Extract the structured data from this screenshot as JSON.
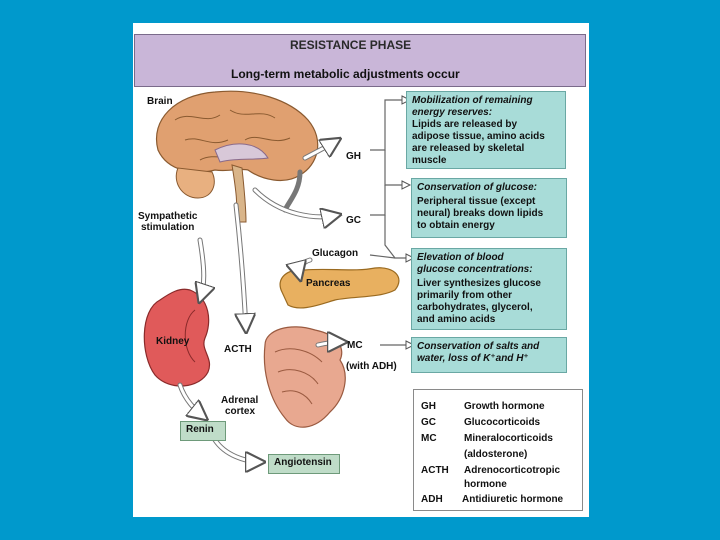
{
  "header": {
    "title": "RESISTANCE PHASE",
    "subtitle": "Long-term metabolic adjustments occur"
  },
  "labels": {
    "brain": "Brain",
    "sympathetic": [
      "Sympathetic",
      "stimulation"
    ],
    "gh": "GH",
    "gc": "GC",
    "glucagon": "Glucagon",
    "pancreas": "Pancreas",
    "kidney": "Kidney",
    "acth": "ACTH",
    "mc": "MC",
    "with_adh": "(with ADH)",
    "adrenal": [
      "Adrenal",
      "cortex"
    ]
  },
  "boxes": {
    "mobilization": {
      "heading": [
        "Mobilization of remaining",
        "energy reserves:"
      ],
      "body": [
        "Lipids are released by",
        "adipose tissue, amino acids",
        "are released by skeletal",
        "muscle"
      ]
    },
    "conservation_glucose": {
      "heading": [
        "Conservation of glucose:"
      ],
      "body": [
        "Peripheral tissue (except",
        "neural) breaks down lipids",
        "to obtain energy"
      ]
    },
    "elevation": {
      "heading": [
        "Elevation of blood",
        "glucose concentrations:"
      ],
      "body": [
        "Liver synthesizes glucose",
        "primarily from other",
        "carbohydrates, glycerol,",
        "and amino acids"
      ]
    },
    "conservation_salts": {
      "heading": [
        "Conservation of salts and",
        "water, loss of K⁺and H⁺"
      ],
      "body": []
    }
  },
  "flow": {
    "renin": "Renin",
    "angiotensin": "Angiotensin"
  },
  "legend": [
    {
      "abbr": "GH",
      "full": "Growth hormone"
    },
    {
      "abbr": "GC",
      "full": "Glucocorticoids"
    },
    {
      "abbr": "MC",
      "full": "Mineralocorticoids"
    },
    {
      "abbr": "",
      "full": "(aldosterone)"
    },
    {
      "abbr": "ACTH",
      "full": "Adrenocorticotropic"
    },
    {
      "abbr": "",
      "full": "hormone"
    },
    {
      "abbr": "ADH",
      "full": "Antidiuretic hormone"
    }
  ],
  "colors": {
    "background": "#0099cc",
    "header": "#c9b6d8",
    "info_box": "#a8dcd8",
    "flow_box": "#bfdcc8",
    "brain": "#e0a070",
    "pancreas": "#e8b060",
    "kidney": "#e05a5a",
    "adrenal": "#e8a890"
  }
}
